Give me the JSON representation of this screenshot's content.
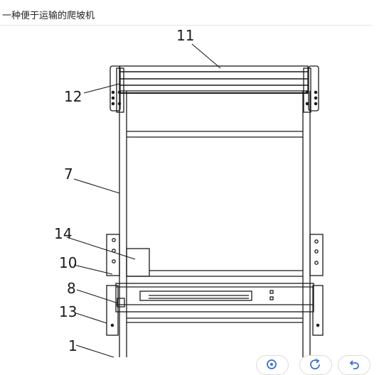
{
  "page": {
    "title": "一种便于运输的爬坡机"
  },
  "drawing": {
    "labels": [
      {
        "id": "11",
        "text": "11"
      },
      {
        "id": "12",
        "text": "12"
      },
      {
        "id": "7",
        "text": "7"
      },
      {
        "id": "14",
        "text": "14"
      },
      {
        "id": "10",
        "text": "10"
      },
      {
        "id": "8",
        "text": "8"
      },
      {
        "id": "13",
        "text": "13"
      },
      {
        "id": "1",
        "text": "1"
      }
    ]
  },
  "toolbar": {
    "buttons": [
      {
        "name": "zoom-button",
        "icon": "zoom-icon"
      },
      {
        "name": "rotate-button",
        "icon": "rotate-icon"
      },
      {
        "name": "undo-button",
        "icon": "undo-icon"
      }
    ]
  },
  "colors": {
    "line": "#1a1a1a",
    "border": "#e6e6e6",
    "toolbar_icon": "#3a6fd8"
  }
}
